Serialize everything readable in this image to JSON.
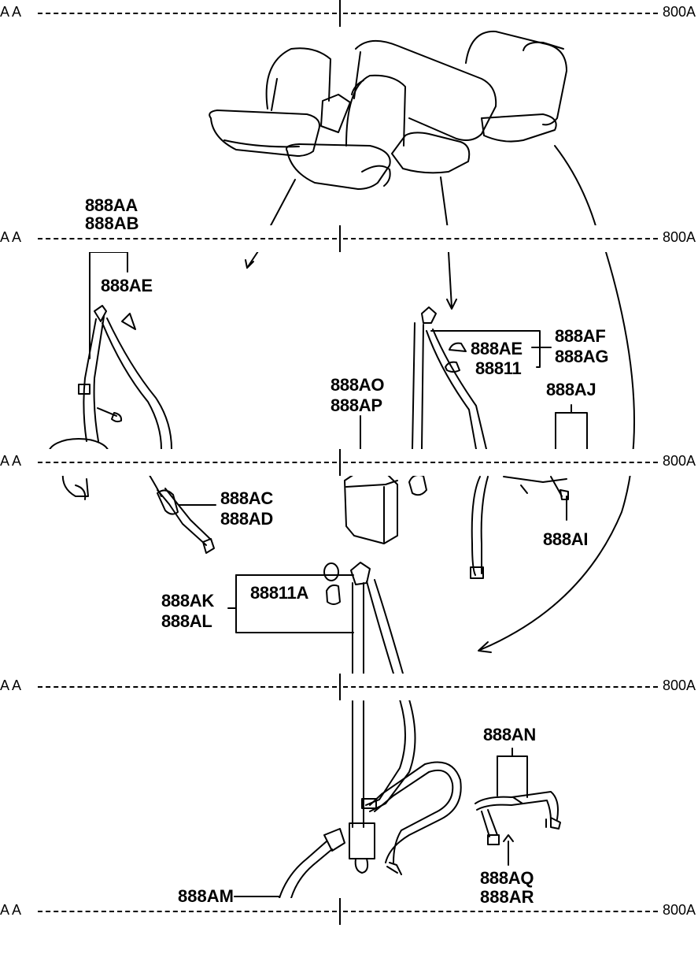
{
  "labels": {
    "l888AA": "888AA",
    "l888AB_top": "888AB",
    "l888AE_left": "888AE",
    "l888AC": "888AC",
    "l888AD": "888AD",
    "l888AO": "888AO",
    "l888AP": "888AP",
    "l888AE_right": "888AE",
    "l88811": "88811",
    "l888AF": "888AF",
    "l888AG": "888AG",
    "l888AJ": "888AJ",
    "l888AI": "888AI",
    "l888AK": "888AK",
    "l888AL": "888AL",
    "l88811A": "88811A",
    "l888AN": "888AN",
    "l888AQ": "888AQ",
    "l888AR_bottom": "888AR",
    "l888AM": "888AM"
  },
  "edge_marks": {
    "left": "A A",
    "right": "800A"
  }
}
